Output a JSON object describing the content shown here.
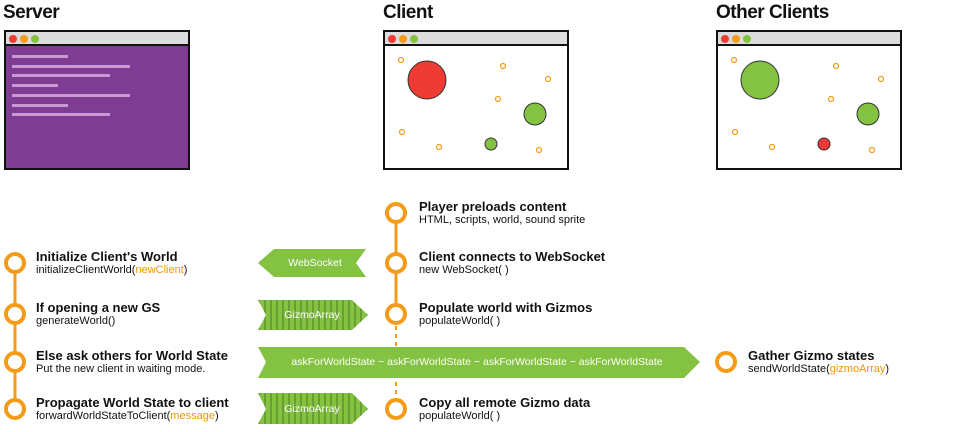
{
  "headers": {
    "server": "Server",
    "client": "Client",
    "other_clients": "Other Clients"
  },
  "colors": {
    "orange": "#f49b17",
    "green": "#84c341",
    "red": "#ee3b33",
    "purple": "#7e3d92"
  },
  "client_steps": [
    {
      "title": "Player preloads content",
      "sub": "HTML, scripts, world, sound sprite"
    },
    {
      "title": "Client connects to WebSocket",
      "sub": "new WebSocket( )"
    },
    {
      "title": "Populate world with Gizmos",
      "sub": "populateWorld( )"
    },
    {
      "title": "Copy all remote Gizmo data",
      "sub": "populateWorld( )"
    }
  ],
  "server_steps": [
    {
      "title": "Initialize Client's World",
      "sub_prefix": "initializeClientWorld(",
      "sub_arg": "newClient",
      "sub_suffix": ")"
    },
    {
      "title": "If opening a new GS",
      "sub": "generateWorld()"
    },
    {
      "title": "Else ask others for World State",
      "sub": "Put the new client in waiting mode."
    },
    {
      "title": "Propagate World State to client",
      "sub_prefix": "forwardWorldStateToClient(",
      "sub_arg": "message",
      "sub_suffix": ")"
    }
  ],
  "other_step": {
    "title": "Gather Gizmo states",
    "sub_prefix": "sendWorldState(",
    "sub_arg": "gizmoArray",
    "sub_suffix": ")"
  },
  "arrows": {
    "websocket": "WebSocket",
    "gizmo1": "GizmoArray",
    "gizmo2": "GizmoArray",
    "ask": "askForWorldState ~ askForWorldState ~ askForWorldState ~ askForWorldState"
  }
}
